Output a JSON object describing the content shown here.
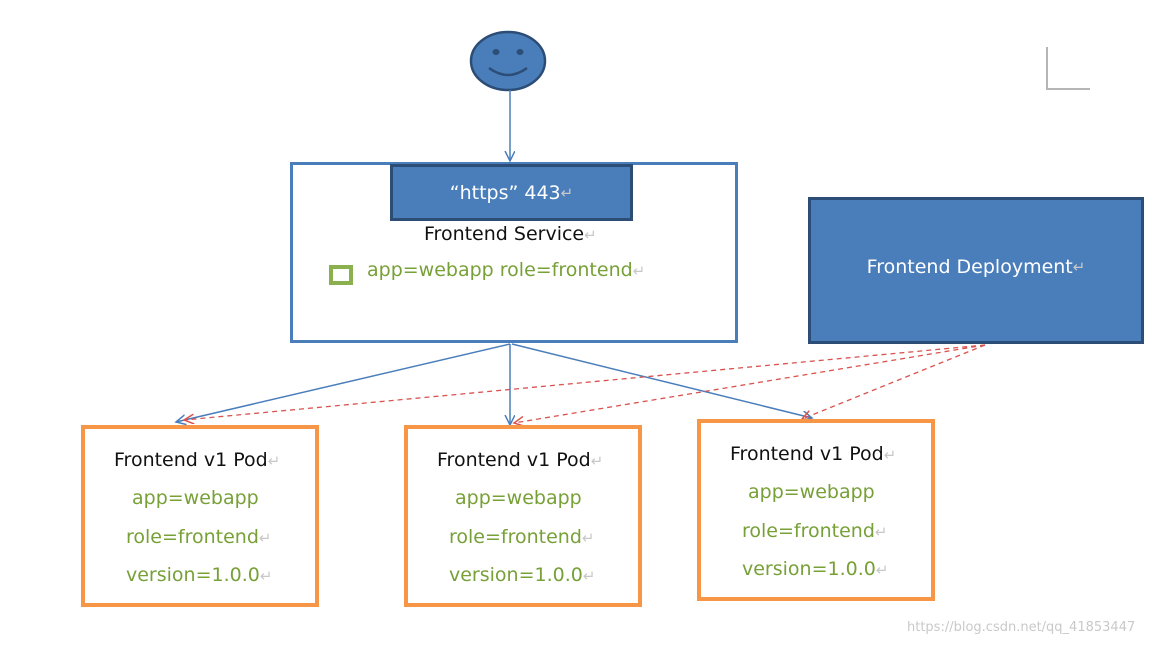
{
  "service": {
    "port_label": "“https” 443",
    "title": "Frontend Service",
    "selector": "app=webapp role=frontend"
  },
  "deployment": {
    "title": "Frontend Deployment"
  },
  "pods": [
    {
      "title": "Frontend v1 Pod",
      "labels": [
        "app=webapp",
        "role=frontend",
        "version=1.0.0"
      ]
    },
    {
      "title": "Frontend v1 Pod",
      "labels": [
        "app=webapp",
        "role=frontend",
        "version=1.0.0"
      ]
    },
    {
      "title": "Frontend v1 Pod",
      "labels": [
        "app=webapp",
        "role=frontend",
        "version=1.0.0"
      ]
    }
  ],
  "return_mark": "↵",
  "watermark": "https://blog.csdn.net/qq_41853447",
  "colors": {
    "blue": "#4a7ebb",
    "dark_blue": "#2c4d75",
    "orange": "#f79646",
    "green": "#77a037",
    "red_dashed": "#d9534f"
  }
}
